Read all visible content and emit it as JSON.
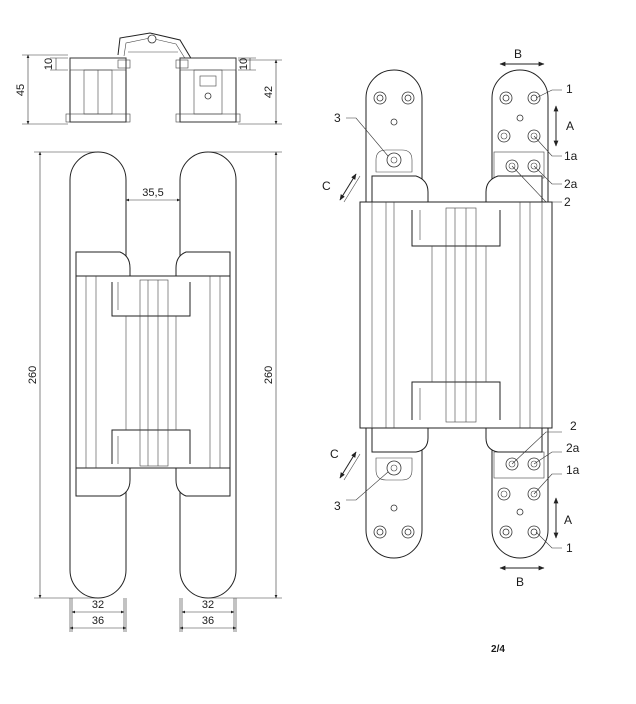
{
  "left_view": {
    "dims": {
      "height_top": "45",
      "plate_top_left": "10",
      "plate_top_right": "10",
      "height_top_right": "42",
      "gap": "35,5",
      "length_left": "260",
      "length_right": "260",
      "width_inner_left": "32",
      "width_outer_left": "36",
      "width_inner_right": "32",
      "width_outer_right": "36"
    }
  },
  "right_view": {
    "labels": {
      "top_B": "B",
      "top_A": "A",
      "top_1": "1",
      "top_1a": "1a",
      "top_2a": "2a",
      "top_2": "2",
      "top_3": "3",
      "top_C": "C",
      "bot_C": "C",
      "bot_3": "3",
      "bot_2": "2",
      "bot_2a": "2a",
      "bot_1a": "1a",
      "bot_A": "A",
      "bot_1": "1",
      "bot_B": "B"
    }
  },
  "page_number": "2/4"
}
